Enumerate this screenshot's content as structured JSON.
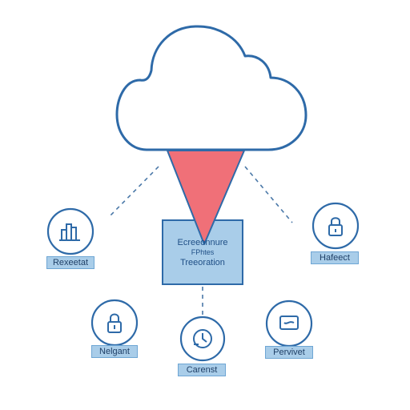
{
  "diagram": {
    "center_box": {
      "line1": "Ecreeonnure",
      "line2": "FPhtes",
      "line3": "Treeoration"
    },
    "nodes": [
      {
        "label": "Rexeetat",
        "icon": "bar-chart-icon"
      },
      {
        "label": "Hafeect",
        "icon": "lock-icon"
      },
      {
        "label": "Nelgant",
        "icon": "lock-icon"
      },
      {
        "label": "Carenst",
        "icon": "clock-icon"
      },
      {
        "label": "Pervivet",
        "icon": "monitor-icon"
      }
    ]
  },
  "colors": {
    "outline": "#2e6aa8",
    "accent_blue": "#a9cde9",
    "funnel_red": "#f07078",
    "dashed": "#4a78a8"
  }
}
